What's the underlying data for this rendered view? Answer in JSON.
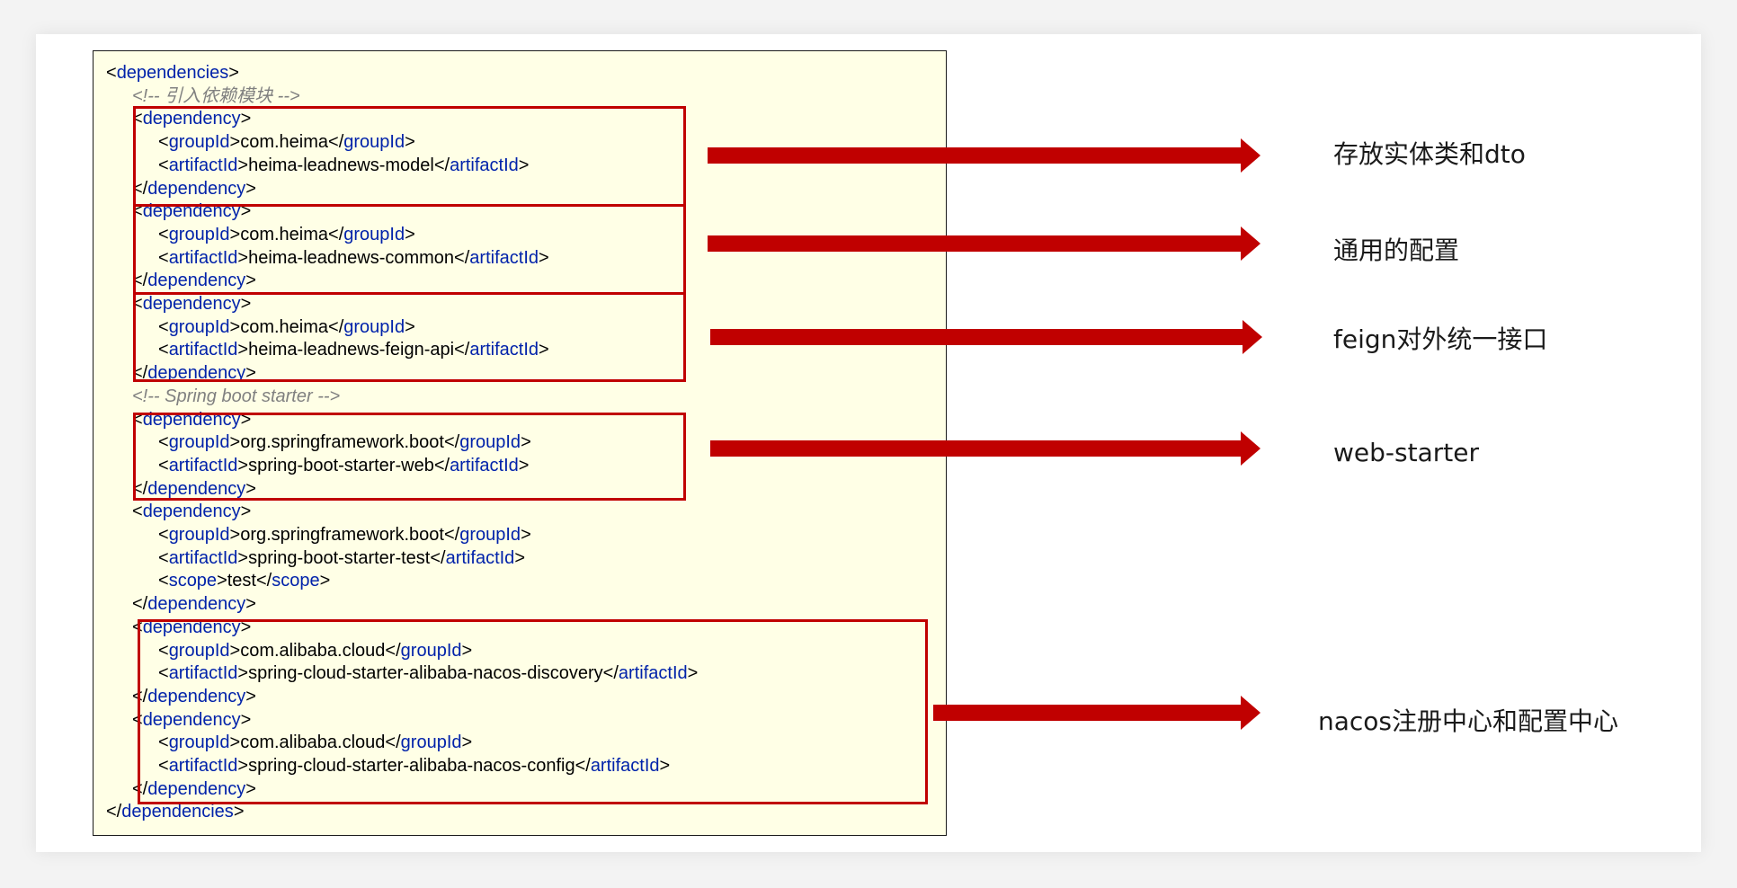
{
  "code_lines": [
    {
      "indent": 0,
      "parts": [
        [
          "t",
          "<"
        ],
        [
          "k",
          "dependencies"
        ],
        [
          "t",
          ">"
        ]
      ]
    },
    {
      "indent": 1,
      "parts": [
        [
          "c",
          "<!-- 引入依赖模块 -->"
        ]
      ]
    },
    {
      "indent": 1,
      "parts": [
        [
          "t",
          "<"
        ],
        [
          "k",
          "dependency"
        ],
        [
          "t",
          ">"
        ]
      ]
    },
    {
      "indent": 2,
      "parts": [
        [
          "t",
          "<"
        ],
        [
          "k",
          "groupId"
        ],
        [
          "t",
          ">com.heima</"
        ],
        [
          "k",
          "groupId"
        ],
        [
          "t",
          ">"
        ]
      ]
    },
    {
      "indent": 2,
      "parts": [
        [
          "t",
          "<"
        ],
        [
          "k",
          "artifactId"
        ],
        [
          "t",
          ">heima-leadnews-model</"
        ],
        [
          "k",
          "artifactId"
        ],
        [
          "t",
          ">"
        ]
      ]
    },
    {
      "indent": 1,
      "parts": [
        [
          "t",
          "</"
        ],
        [
          "k",
          "dependency"
        ],
        [
          "t",
          ">"
        ]
      ]
    },
    {
      "indent": 1,
      "parts": [
        [
          "t",
          "<"
        ],
        [
          "k",
          "dependency"
        ],
        [
          "t",
          ">"
        ]
      ]
    },
    {
      "indent": 2,
      "parts": [
        [
          "t",
          "<"
        ],
        [
          "k",
          "groupId"
        ],
        [
          "t",
          ">com.heima</"
        ],
        [
          "k",
          "groupId"
        ],
        [
          "t",
          ">"
        ]
      ]
    },
    {
      "indent": 2,
      "parts": [
        [
          "t",
          "<"
        ],
        [
          "k",
          "artifactId"
        ],
        [
          "t",
          ">heima-leadnews-common</"
        ],
        [
          "k",
          "artifactId"
        ],
        [
          "t",
          ">"
        ]
      ]
    },
    {
      "indent": 1,
      "parts": [
        [
          "t",
          "</"
        ],
        [
          "k",
          "dependency"
        ],
        [
          "t",
          ">"
        ]
      ]
    },
    {
      "indent": 1,
      "parts": [
        [
          "t",
          "<"
        ],
        [
          "k",
          "dependency"
        ],
        [
          "t",
          ">"
        ]
      ]
    },
    {
      "indent": 2,
      "parts": [
        [
          "t",
          "<"
        ],
        [
          "k",
          "groupId"
        ],
        [
          "t",
          ">com.heima</"
        ],
        [
          "k",
          "groupId"
        ],
        [
          "t",
          ">"
        ]
      ]
    },
    {
      "indent": 2,
      "parts": [
        [
          "t",
          "<"
        ],
        [
          "k",
          "artifactId"
        ],
        [
          "t",
          ">heima-leadnews-feign-api</"
        ],
        [
          "k",
          "artifactId"
        ],
        [
          "t",
          ">"
        ]
      ]
    },
    {
      "indent": 1,
      "parts": [
        [
          "t",
          "</"
        ],
        [
          "k",
          "dependency"
        ],
        [
          "t",
          ">"
        ]
      ]
    },
    {
      "indent": 1,
      "parts": [
        [
          "c",
          "<!-- Spring boot starter -->"
        ]
      ]
    },
    {
      "indent": 1,
      "parts": [
        [
          "t",
          "<"
        ],
        [
          "k",
          "dependency"
        ],
        [
          "t",
          ">"
        ]
      ]
    },
    {
      "indent": 2,
      "parts": [
        [
          "t",
          "<"
        ],
        [
          "k",
          "groupId"
        ],
        [
          "t",
          ">org.springframework.boot</"
        ],
        [
          "k",
          "groupId"
        ],
        [
          "t",
          ">"
        ]
      ]
    },
    {
      "indent": 2,
      "parts": [
        [
          "t",
          "<"
        ],
        [
          "k",
          "artifactId"
        ],
        [
          "t",
          ">spring-boot-starter-web</"
        ],
        [
          "k",
          "artifactId"
        ],
        [
          "t",
          ">"
        ]
      ]
    },
    {
      "indent": 1,
      "parts": [
        [
          "t",
          "</"
        ],
        [
          "k",
          "dependency"
        ],
        [
          "t",
          ">"
        ]
      ]
    },
    {
      "indent": 1,
      "parts": [
        [
          "t",
          "<"
        ],
        [
          "k",
          "dependency"
        ],
        [
          "t",
          ">"
        ]
      ]
    },
    {
      "indent": 2,
      "parts": [
        [
          "t",
          "<"
        ],
        [
          "k",
          "groupId"
        ],
        [
          "t",
          ">org.springframework.boot</"
        ],
        [
          "k",
          "groupId"
        ],
        [
          "t",
          ">"
        ]
      ]
    },
    {
      "indent": 2,
      "parts": [
        [
          "t",
          "<"
        ],
        [
          "k",
          "artifactId"
        ],
        [
          "t",
          ">spring-boot-starter-test</"
        ],
        [
          "k",
          "artifactId"
        ],
        [
          "t",
          ">"
        ]
      ]
    },
    {
      "indent": 2,
      "parts": [
        [
          "t",
          "<"
        ],
        [
          "k",
          "scope"
        ],
        [
          "t",
          ">test</"
        ],
        [
          "k",
          "scope"
        ],
        [
          "t",
          ">"
        ]
      ]
    },
    {
      "indent": 1,
      "parts": [
        [
          "t",
          "</"
        ],
        [
          "k",
          "dependency"
        ],
        [
          "t",
          ">"
        ]
      ]
    },
    {
      "indent": 1,
      "parts": [
        [
          "t",
          "<"
        ],
        [
          "k",
          "dependency"
        ],
        [
          "t",
          ">"
        ]
      ]
    },
    {
      "indent": 2,
      "parts": [
        [
          "t",
          "<"
        ],
        [
          "k",
          "groupId"
        ],
        [
          "t",
          ">com.alibaba.cloud</"
        ],
        [
          "k",
          "groupId"
        ],
        [
          "t",
          ">"
        ]
      ]
    },
    {
      "indent": 2,
      "parts": [
        [
          "t",
          "<"
        ],
        [
          "k",
          "artifactId"
        ],
        [
          "t",
          ">spring-cloud-starter-alibaba-nacos-discovery</"
        ],
        [
          "k",
          "artifactId"
        ],
        [
          "t",
          ">"
        ]
      ]
    },
    {
      "indent": 1,
      "parts": [
        [
          "t",
          "</"
        ],
        [
          "k",
          "dependency"
        ],
        [
          "t",
          ">"
        ]
      ]
    },
    {
      "indent": 1,
      "parts": [
        [
          "t",
          "<"
        ],
        [
          "k",
          "dependency"
        ],
        [
          "t",
          ">"
        ]
      ]
    },
    {
      "indent": 2,
      "parts": [
        [
          "t",
          "<"
        ],
        [
          "k",
          "groupId"
        ],
        [
          "t",
          ">com.alibaba.cloud</"
        ],
        [
          "k",
          "groupId"
        ],
        [
          "t",
          ">"
        ]
      ]
    },
    {
      "indent": 2,
      "parts": [
        [
          "t",
          "<"
        ],
        [
          "k",
          "artifactId"
        ],
        [
          "t",
          ">spring-cloud-starter-alibaba-nacos-config</"
        ],
        [
          "k",
          "artifactId"
        ],
        [
          "t",
          ">"
        ]
      ]
    },
    {
      "indent": 1,
      "parts": [
        [
          "t",
          "</"
        ],
        [
          "k",
          "dependency"
        ],
        [
          "t",
          ">"
        ]
      ]
    },
    {
      "indent": 0,
      "parts": [
        [
          "t",
          "</"
        ],
        [
          "k",
          "dependencies"
        ],
        [
          "t",
          ">"
        ]
      ]
    }
  ],
  "annotations": {
    "model": "存放实体类和dto",
    "common": "通用的配置",
    "feign": "feign对外统一接口",
    "web": "web-starter",
    "nacos": "nacos注册中心和配置中心"
  },
  "colors": {
    "highlight": "#c00000",
    "arrow": "#c00000",
    "tag": "#0022aa",
    "comment": "#808080",
    "code_background": "#ffffe6"
  }
}
